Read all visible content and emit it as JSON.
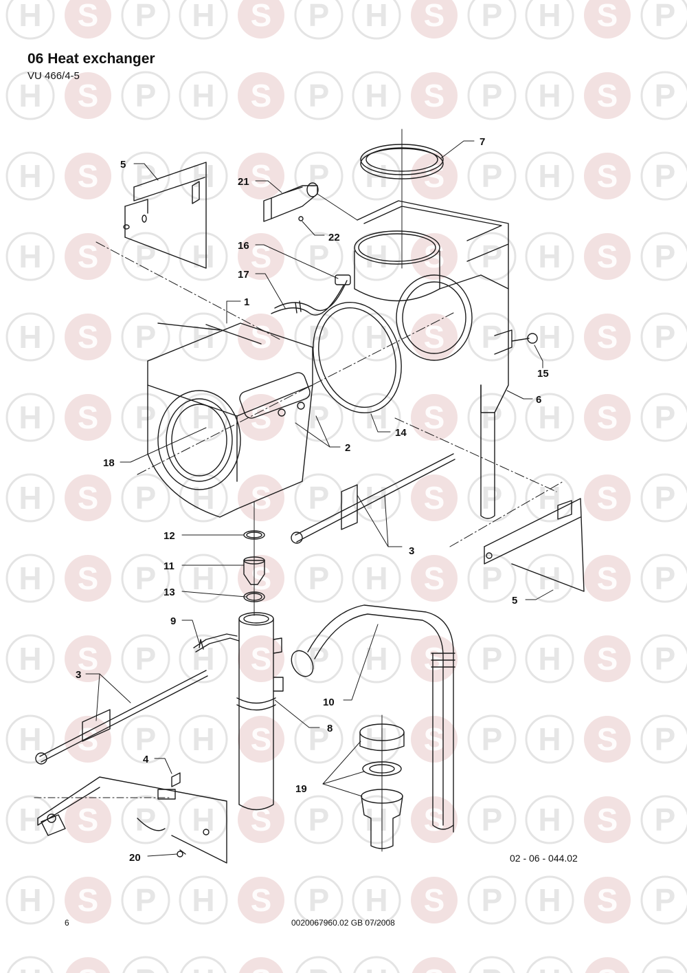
{
  "header": {
    "title": "06 Heat exchanger",
    "model": "VU 466/4-5"
  },
  "watermark": {
    "letters": [
      "H",
      "S",
      "P"
    ],
    "color": "#e8c9c9"
  },
  "callouts": [
    {
      "id": "c1",
      "label": "1"
    },
    {
      "id": "c2",
      "label": "2"
    },
    {
      "id": "c3a",
      "label": "3"
    },
    {
      "id": "c3b",
      "label": "3"
    },
    {
      "id": "c4",
      "label": "4"
    },
    {
      "id": "c5a",
      "label": "5"
    },
    {
      "id": "c5b",
      "label": "5"
    },
    {
      "id": "c6",
      "label": "6"
    },
    {
      "id": "c7",
      "label": "7"
    },
    {
      "id": "c8",
      "label": "8"
    },
    {
      "id": "c9",
      "label": "9"
    },
    {
      "id": "c10",
      "label": "10"
    },
    {
      "id": "c11",
      "label": "11"
    },
    {
      "id": "c12",
      "label": "12"
    },
    {
      "id": "c13",
      "label": "13"
    },
    {
      "id": "c14",
      "label": "14"
    },
    {
      "id": "c15",
      "label": "15"
    },
    {
      "id": "c16",
      "label": "16"
    },
    {
      "id": "c17",
      "label": "17"
    },
    {
      "id": "c18",
      "label": "18"
    },
    {
      "id": "c19",
      "label": "19"
    },
    {
      "id": "c20",
      "label": "20"
    },
    {
      "id": "c21",
      "label": "21"
    },
    {
      "id": "c22",
      "label": "22"
    }
  ],
  "footer": {
    "diagram_ref": "02 - 06 - 044.02",
    "page_number": "6",
    "document_number": "0020067960.02 GB 07/2008"
  }
}
